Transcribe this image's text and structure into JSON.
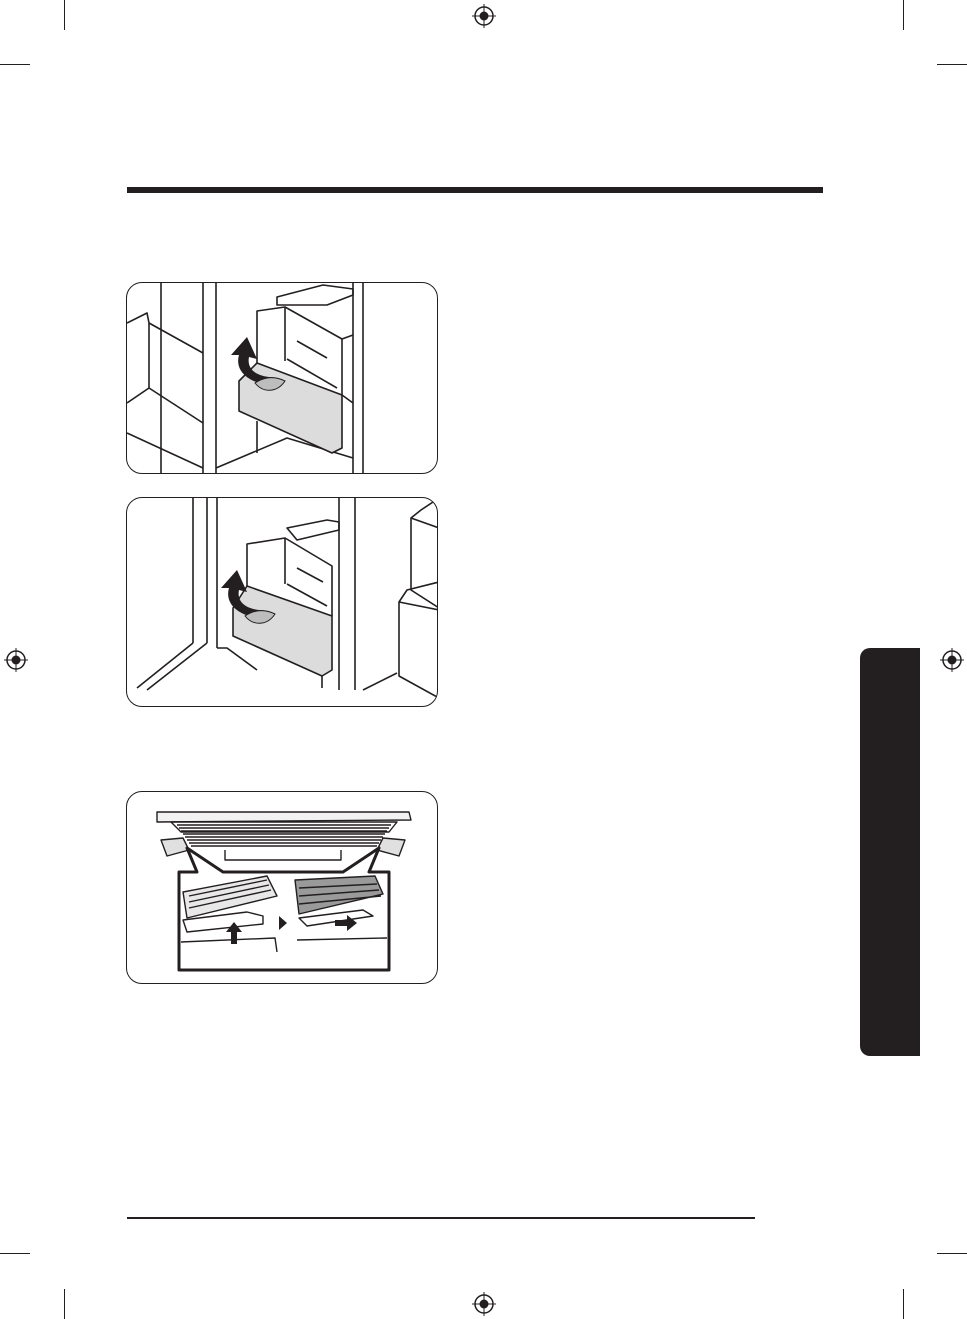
{
  "page": {
    "background": "#ffffff",
    "ink": "#231f20",
    "side_tab_color": "#231f20"
  },
  "figures": [
    {
      "id": "fig-1",
      "icon": "remove-freezer-drawer-left-illustration"
    },
    {
      "id": "fig-2",
      "icon": "remove-freezer-drawer-right-illustration"
    },
    {
      "id": "fig-3",
      "icon": "shelf-removal-detail-illustration"
    }
  ],
  "marks": {
    "registration": "registration-mark-icon",
    "crop": "crop-mark"
  }
}
